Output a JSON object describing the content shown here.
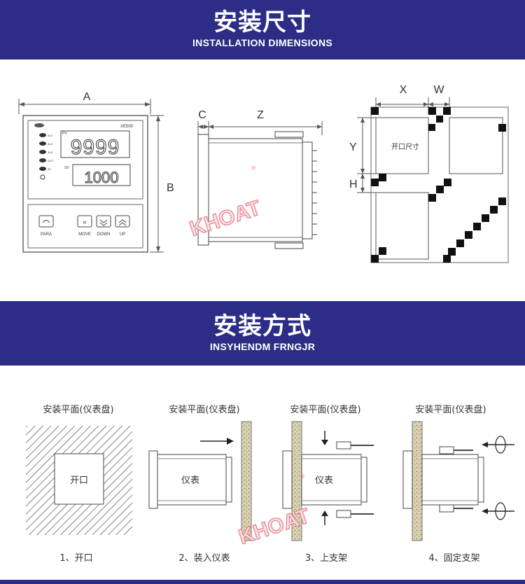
{
  "section1": {
    "title_zh": "安装尺寸",
    "title_en": "INSTALLATION DIMENSIONS",
    "front_panel": {
      "dim_a": "A",
      "dim_b": "B",
      "model": "XE500",
      "pv_label": "PV",
      "sv_label": "SV",
      "pv_value": "9999",
      "sv_value": "1000",
      "indicators": [
        "AL1",
        "AL2",
        "AL3",
        "OUT",
        "AT"
      ],
      "buttons": [
        "PARA",
        "MOVE",
        "DOWN",
        "UP"
      ]
    },
    "side_view": {
      "dim_c": "C",
      "dim_z": "Z"
    },
    "cutout": {
      "dim_x": "X",
      "dim_w": "W",
      "dim_y": "Y",
      "dim_h": "H",
      "label": "开口尺寸"
    }
  },
  "section2": {
    "title_zh": "安装方式",
    "title_en": "INSYHENDM FRNGJR",
    "steps": [
      {
        "header": "安装平面(仪表盘)",
        "inner_label": "开口",
        "caption": "1、开口"
      },
      {
        "header": "安装平面(仪表盘)",
        "inner_label": "仪表",
        "caption": "2、装入仪表"
      },
      {
        "header": "安装平面(仪表盘)",
        "inner_label": "仪表",
        "caption": "3、上支架"
      },
      {
        "header": "安装平面(仪表盘)",
        "inner_label": "",
        "caption": "4、固定支架"
      }
    ]
  },
  "watermark": "KHOAT",
  "colors": {
    "band": "#2b2d87",
    "watermark": "#e87b8a",
    "line": "#333333"
  }
}
